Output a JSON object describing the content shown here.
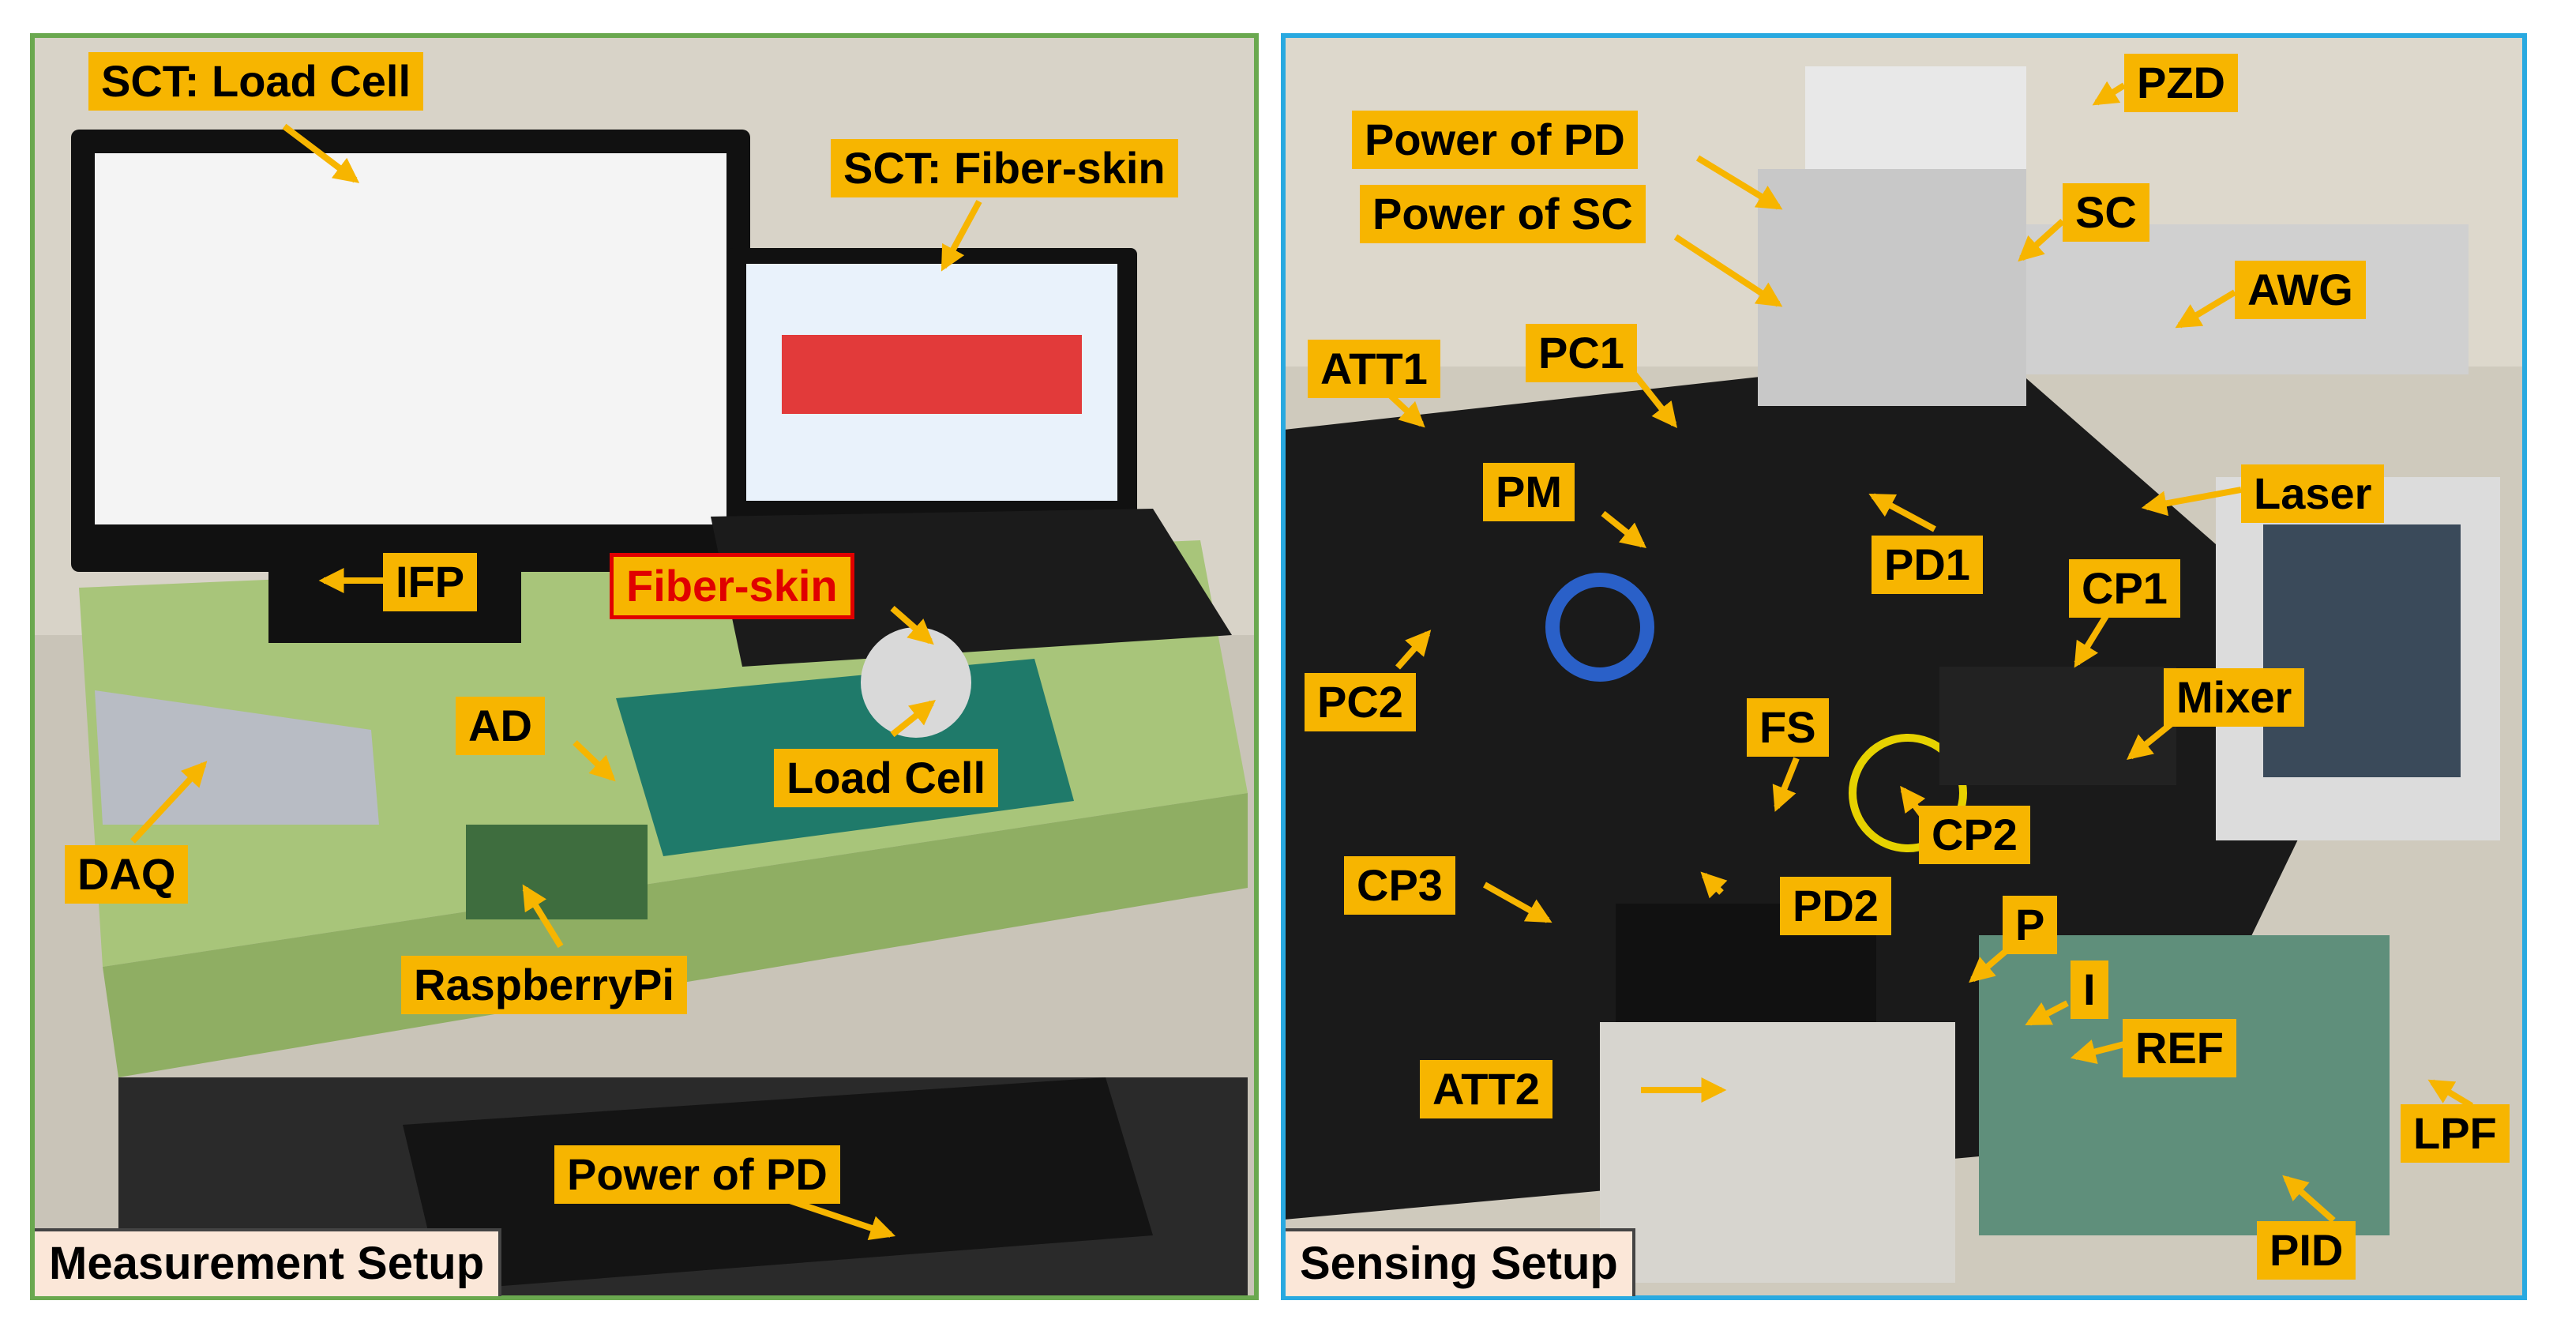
{
  "panels": {
    "left": {
      "caption": "Measurement Setup",
      "border_color": "#6aa84f"
    },
    "right": {
      "caption": "Sensing Setup",
      "border_color": "#29a9e0"
    }
  },
  "labels": {
    "sct_load_cell": "SCT: Load Cell",
    "sct_fiber_skin": "SCT: Fiber-skin",
    "ifp": "IFP",
    "fiber_skin": "Fiber-skin",
    "ad": "AD",
    "load_cell": "Load Cell",
    "daq": "DAQ",
    "raspberrypi": "RaspberryPi",
    "power_of_pd_left": "Power of PD",
    "pzd": "PZD",
    "power_of_pd_right": "Power of PD",
    "power_of_sc": "Power of SC",
    "sc": "SC",
    "awg": "AWG",
    "att1": "ATT1",
    "pc1": "PC1",
    "pm": "PM",
    "laser": "Laser",
    "pd1": "PD1",
    "cp1": "CP1",
    "mixer": "Mixer",
    "pc2": "PC2",
    "fs": "FS",
    "cp2": "CP2",
    "cp3": "CP3",
    "pd2": "PD2",
    "p": "P",
    "i": "I",
    "ref": "REF",
    "att2": "ATT2",
    "lpf": "LPF",
    "pid": "PID"
  },
  "colors": {
    "label_bg": "#f7b500",
    "arrow": "#f7b500",
    "highlight_text": "#e00000",
    "caption_bg": "#fbe7d8"
  }
}
